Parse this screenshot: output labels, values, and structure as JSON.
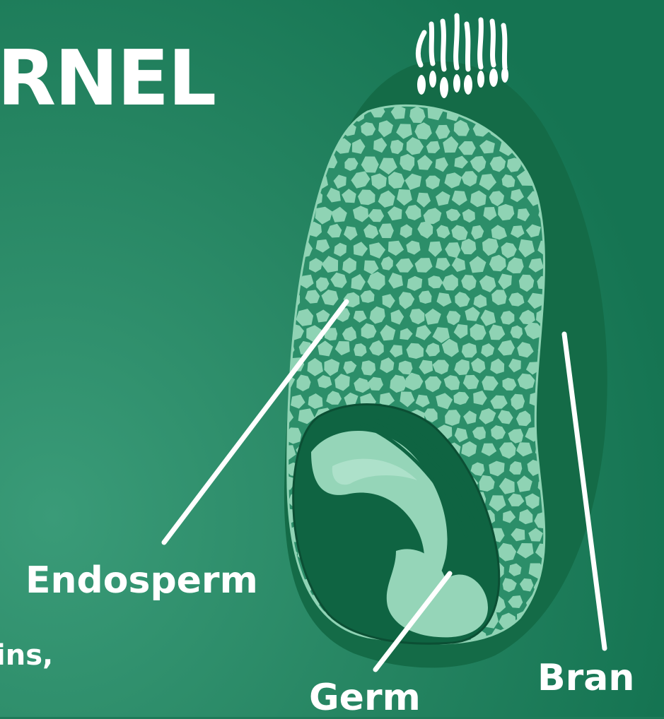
{
  "title": "RNEL",
  "labels": {
    "endosperm": "Endosperm",
    "germ": "Germ",
    "bran": "Bran",
    "partial_text": "ins,"
  },
  "colors": {
    "background": "#1f7a59",
    "bran": "#146b47",
    "endosperm_fill": "#2c8e69",
    "cell": "#8fd3b4",
    "germ_light": "#95d5b8",
    "germ_dark": "#0f6442",
    "leader_line": "#ffffff"
  }
}
